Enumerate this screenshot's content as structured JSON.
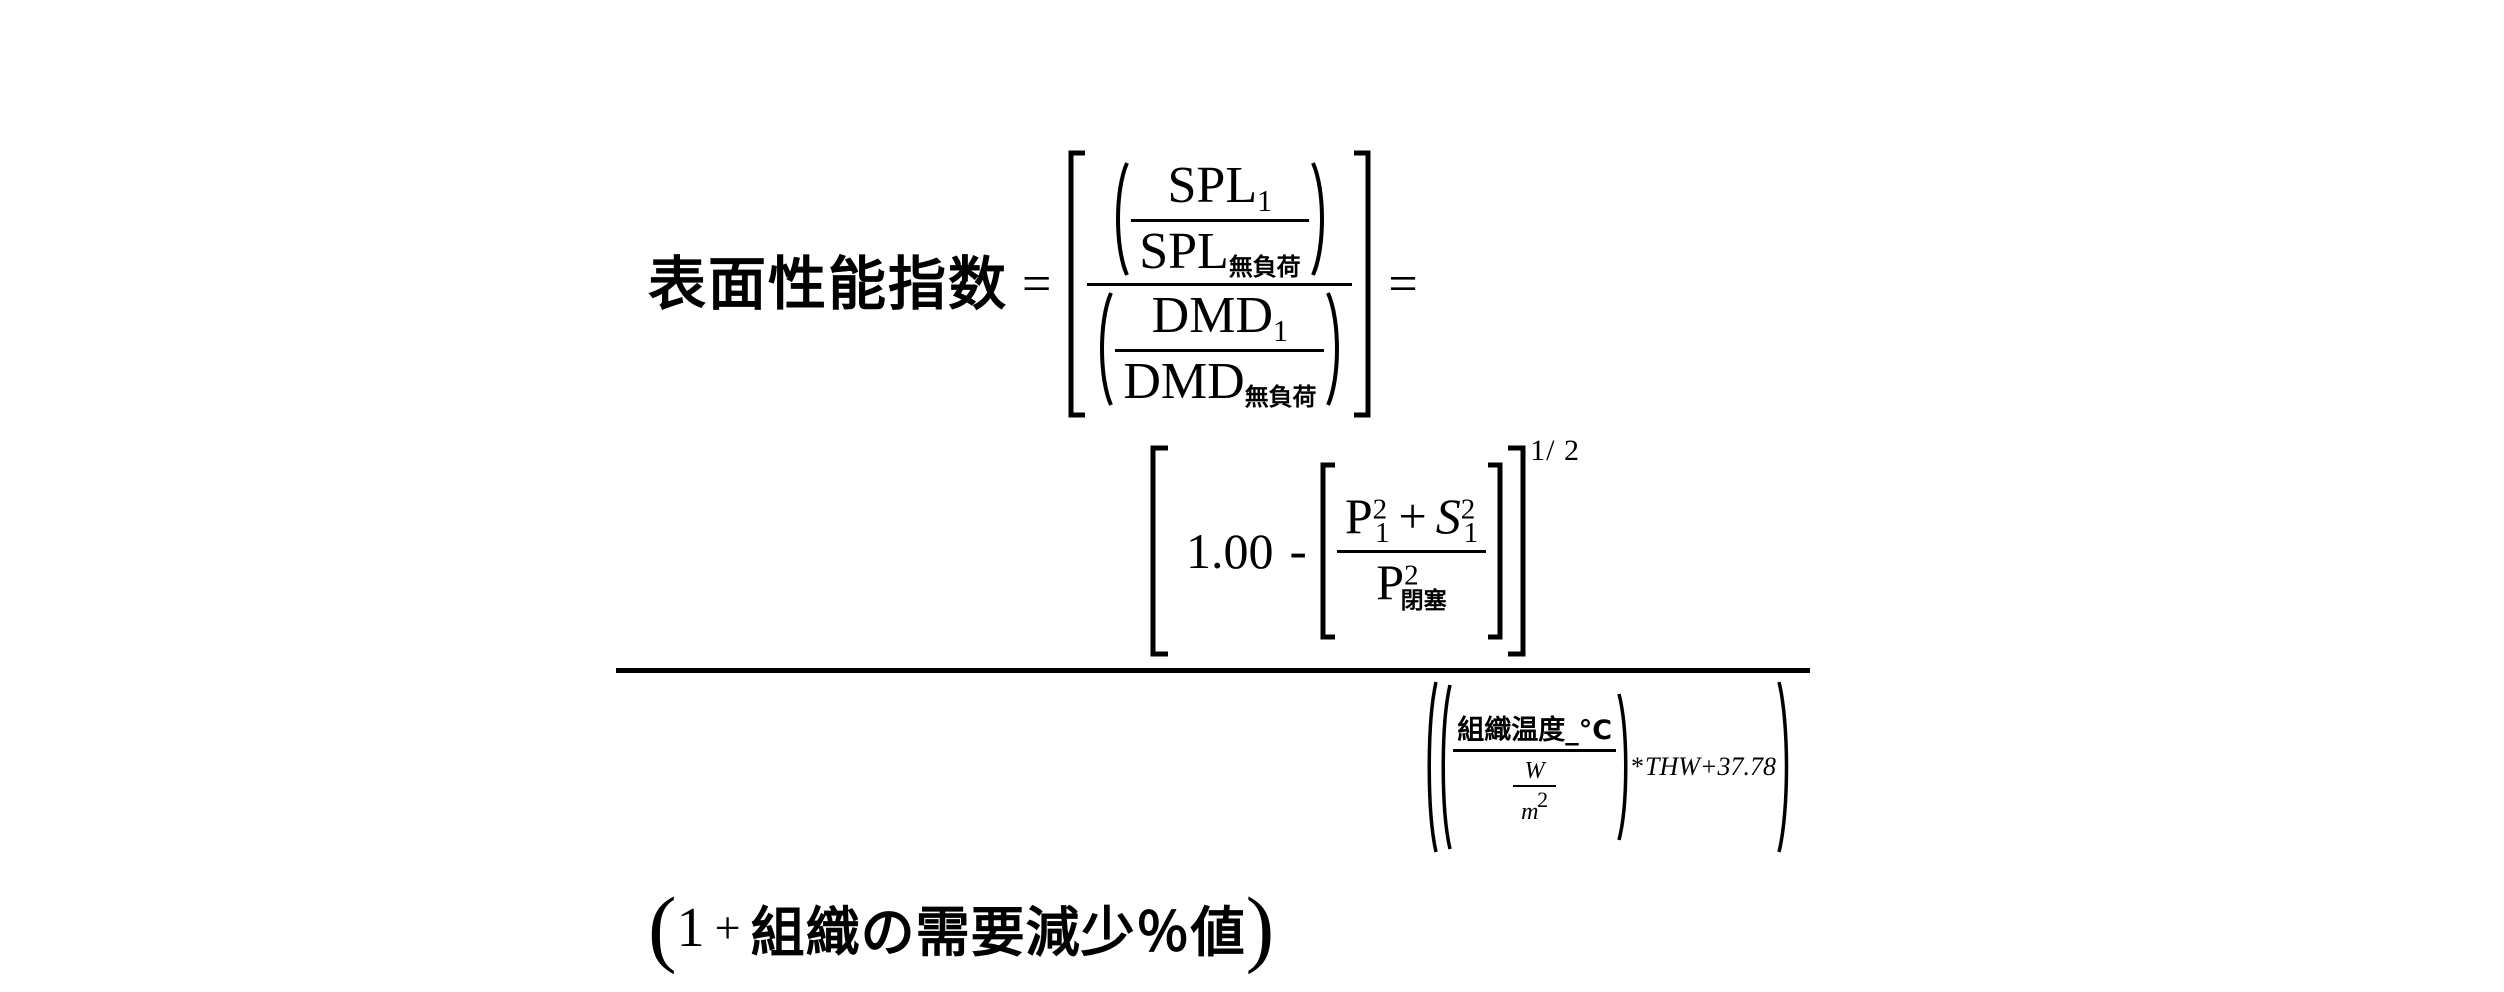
{
  "document": {
    "kind": "mathematical-formula",
    "language": "ja",
    "background_color": "#ffffff",
    "text_color": "#000000"
  },
  "formula": {
    "label": "表面性能指数",
    "equals": "=",
    "equals_trailing": "=",
    "line1": {
      "description": "Surface performance index defined as ratio of SPL ratio to DMD ratio",
      "outer_bracket": "square",
      "numerator": {
        "paren": "round",
        "numerator": {
          "base": "SPL",
          "subscript": "1"
        },
        "denominator": {
          "base": "SPL",
          "subscript": "無負荷"
        }
      },
      "denominator": {
        "paren": "round",
        "numerator": {
          "base": "DMD",
          "subscript": "1"
        },
        "denominator": {
          "base": "DMD",
          "subscript": "無負荷"
        }
      }
    },
    "line2": {
      "numerator": {
        "outer_bracket": "square",
        "exponent": "1/ 2",
        "lead_value": "1.00",
        "operator": "-",
        "inner_bracket": "square",
        "inner_fraction": {
          "numerator_terms": [
            {
              "base": "P",
              "subscript": "1",
              "superscript": "2"
            },
            {
              "base": "S",
              "subscript": "1",
              "superscript": "2",
              "italic": true
            }
          ],
          "numerator_operator": "+",
          "denominator": {
            "base": "P",
            "subscript": "閉塞",
            "superscript": "2"
          }
        }
      },
      "denominator": {
        "outer_paren": "round",
        "inner_paren": "round",
        "fraction": {
          "numerator": "組織温度_°C",
          "denominator": {
            "numerator": "W",
            "denominator": "m",
            "denominator_exponent": "2"
          }
        },
        "multiply": "*",
        "factor": "THW",
        "plus": "+",
        "constant": "37.78"
      }
    },
    "line3": {
      "open_paren": "(",
      "lead": "1",
      "plus": "+",
      "term": "組織の需要減少％値",
      "close_paren": ")"
    }
  }
}
